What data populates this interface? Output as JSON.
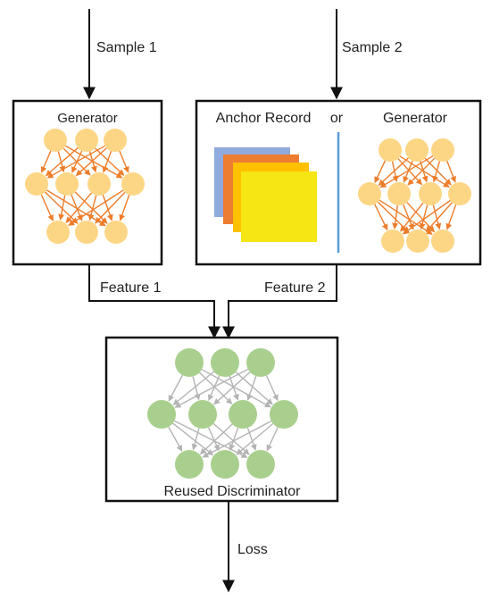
{
  "labels": {
    "sample1": "Sample 1",
    "sample2": "Sample 2",
    "generator_left": "Generator",
    "anchor_record": "Anchor Record",
    "or": "or",
    "generator_right": "Generator",
    "feature1": "Feature 1",
    "feature2": "Feature 2",
    "discriminator": "Reused Discriminator",
    "loss": "Loss"
  },
  "colors": {
    "line": "#111111",
    "generator_node": "#fdd685",
    "generator_edge": "#ee7d2b",
    "discriminator_node": "#a9cf8e",
    "discriminator_edge": "#b4b4b4",
    "divider": "#5b9bd5",
    "anchor_layers": [
      "#8faadc",
      "#ed7d31",
      "#ffc000",
      "#f5e614"
    ]
  },
  "networks": {
    "generator_layers": [
      3,
      4,
      3
    ],
    "discriminator_layers": [
      3,
      4,
      3
    ]
  }
}
